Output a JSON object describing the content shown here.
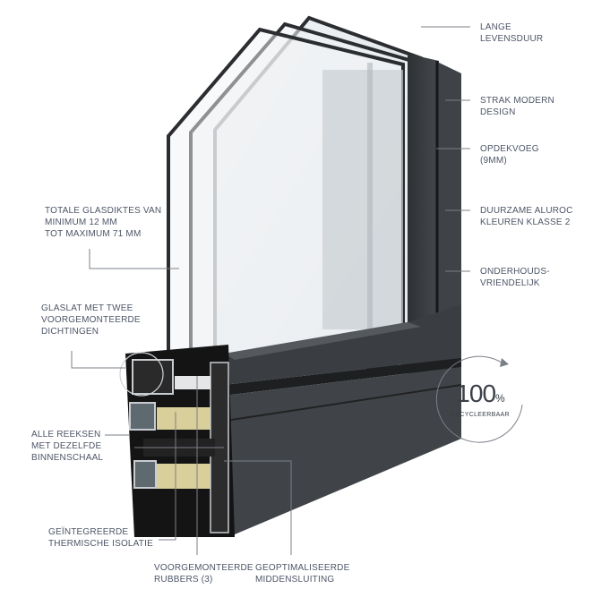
{
  "labels": {
    "lange": [
      "LANGE",
      "LEVENSDUUR"
    ],
    "strak": [
      "STRAK MODERN",
      "DESIGN"
    ],
    "opdekvoeg": [
      "OPDEKVOEG",
      "(9MM)"
    ],
    "duurzame": [
      "DUURZAME ALUROC",
      "KLEUREN KLASSE 2"
    ],
    "onderhoud": [
      "ONDERHOUDS-",
      "VRIENDELIJK"
    ],
    "glasdikte": [
      "TOTALE GLASDIKTES VAN",
      "MINIMUM 12 MM",
      "TOT MAXIMUM 71 MM"
    ],
    "glaslat": [
      "GLASLAT MET TWEE",
      "VOORGEMONTEERDE",
      "DICHTINGEN"
    ],
    "reeksen": [
      "ALLE REEKSEN",
      "MET DEZELFDE",
      "BINNENSCHAAL"
    ],
    "isolatie": [
      "GEÏNTEGREERDE",
      "THERMISCHE ISOLATIE"
    ],
    "rubbers": [
      "VOORGEMONTEERDE",
      "RUBBERS (3)"
    ],
    "middensluiting": [
      "GEOPTIMALISEERDE",
      "MIDDENSLUITING"
    ]
  },
  "badge": {
    "value": "100",
    "unit": "%",
    "text": "RECYCLEERBAAR"
  },
  "colors": {
    "frame": "#3b3e42",
    "label": "#4d5566",
    "insulation": "#d9cf9a"
  }
}
